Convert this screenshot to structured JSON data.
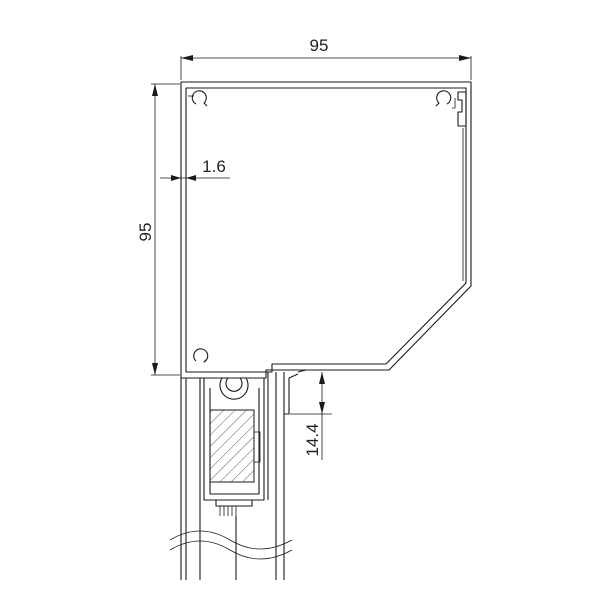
{
  "dimensions": {
    "width_label": "95",
    "height_label": "95",
    "wall_label": "1.6",
    "lip_label": "14.4"
  },
  "colors": {
    "line": "#1a1a1a",
    "background": "#ffffff"
  }
}
